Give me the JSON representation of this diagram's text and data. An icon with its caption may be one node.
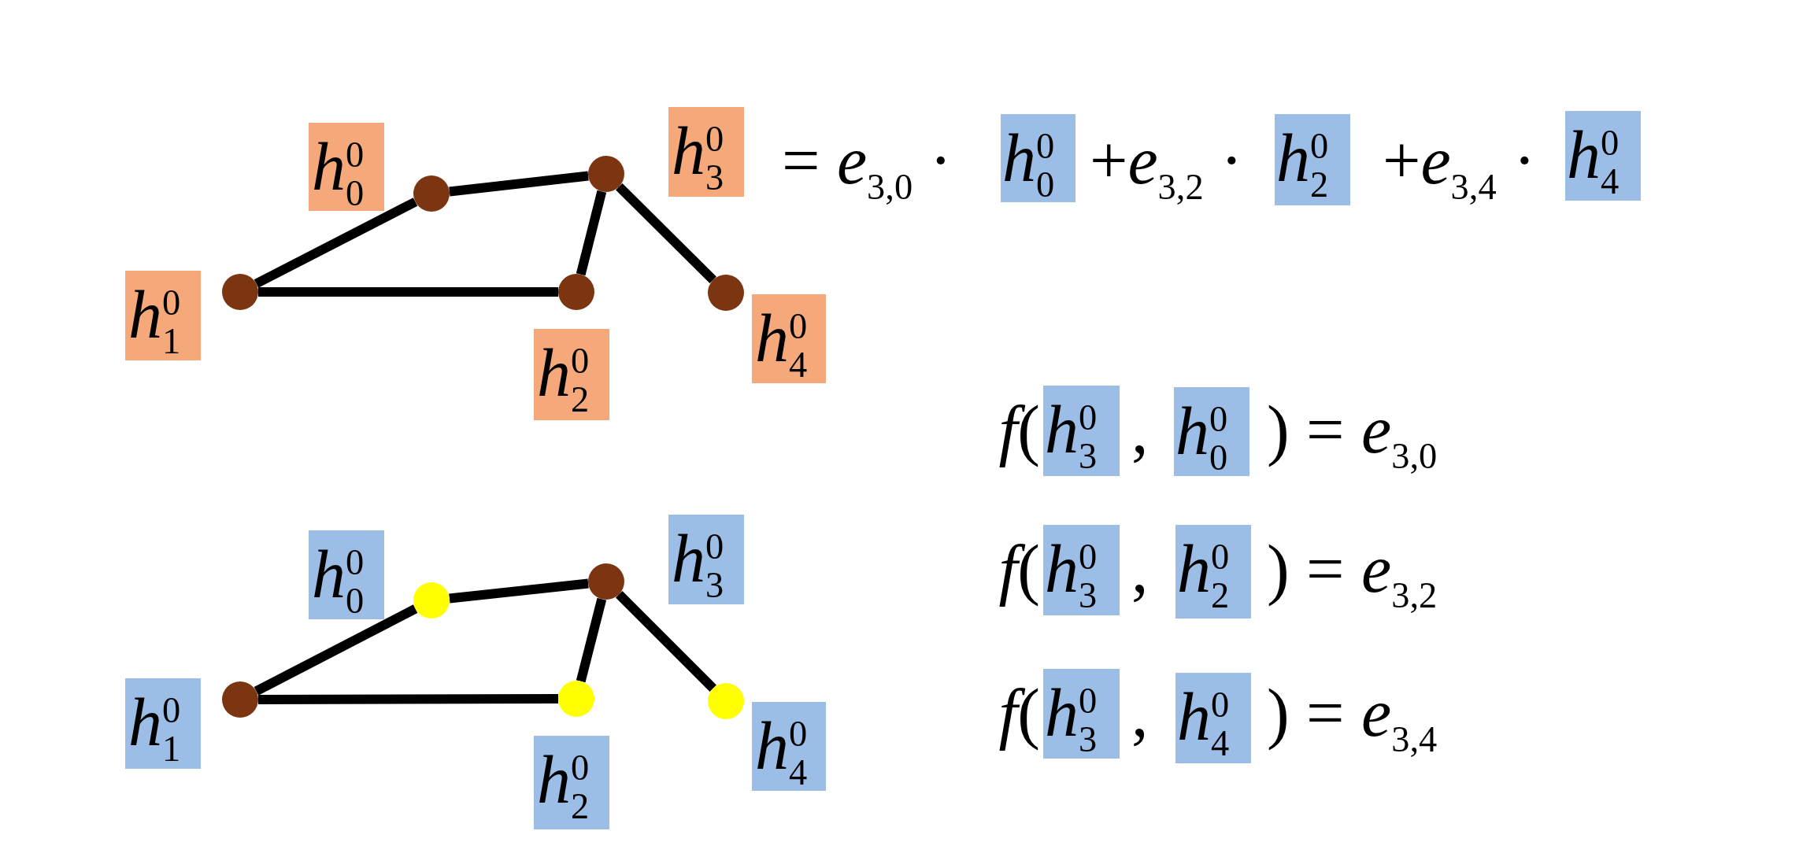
{
  "diagram": {
    "nodes": [
      {
        "text": [],
        "shape": "circle"
      },
      {
        "text": [],
        "shape": "circle"
      },
      {
        "text": [],
        "shape": "circle"
      },
      {
        "text": [],
        "shape": "circle"
      },
      {
        "text": [],
        "shape": "circle"
      },
      {
        "text": [
          "*h*$^{0}$$_{0}$"
        ]
      },
      {
        "text": [
          "*h*$^{0}$$_{3}$"
        ]
      },
      {
        "text": [
          "*h*$^{0}$$_{1}$"
        ]
      },
      {
        "text": [
          "*h*$^{0}$$_{2}$"
        ]
      },
      {
        "text": [
          "*h*$^{0}$$_{4}$"
        ]
      },
      {
        "text": [
          "*h*$^{0}$$_{0}$"
        ]
      },
      {
        "text": [
          "*h*$^{0}$$_{2}$"
        ]
      },
      {
        "text": [
          "*h*$^{0}$$_{4}$"
        ]
      },
      {
        "text": [],
        "shape": "circle"
      },
      {
        "text": [],
        "shape": "circle"
      },
      {
        "text": [],
        "shape": "circle"
      },
      {
        "text": [],
        "shape": "circle"
      },
      {
        "text": [],
        "shape": "circle"
      },
      {
        "text": [
          "*h*$^{0}$$_{0}$"
        ]
      },
      {
        "text": [
          "*h*$^{0}$$_{3}$"
        ]
      },
      {
        "text": [
          "*h*$^{0}$$_{1}$"
        ]
      },
      {
        "text": [
          "*h*$^{0}$$_{2}$"
        ]
      },
      {
        "text": [
          "*h*$^{0}$$_{4}$"
        ]
      },
      {
        "text": [
          "*h*$^{0}$$_{3}$"
        ]
      },
      {
        "text": [
          "*h*$^{0}$$_{0}$"
        ]
      },
      {
        "text": [
          "*h*$^{0}$$_{3}$"
        ]
      },
      {
        "text": [
          "*h*$^{0}$$_{2}$"
        ]
      },
      {
        "text": [
          "*h*$^{0}$$_{3}$"
        ]
      },
      {
        "text": [
          "*h*$^{0}$$_{4}$"
        ]
      }
    ],
    "edges": [
      {
        "from": 0,
        "to": 1,
        "arrow": "none"
      },
      {
        "from": 1,
        "to": 3,
        "arrow": "none"
      },
      {
        "from": 3,
        "to": 2,
        "arrow": "none"
      },
      {
        "from": 3,
        "to": 4,
        "arrow": "none"
      },
      {
        "from": 0,
        "to": 2,
        "arrow": "none"
      },
      {
        "from": 13,
        "to": 14,
        "arrow": "none"
      },
      {
        "from": 14,
        "to": 16,
        "arrow": "none"
      },
      {
        "from": 16,
        "to": 15,
        "arrow": "none"
      },
      {
        "from": 16,
        "to": 17,
        "arrow": "none"
      },
      {
        "from": 13,
        "to": 15,
        "arrow": "none"
      }
    ],
    "labels": [
      "= *e*$_{3,0}$ ·",
      "+*e*$_{3,2}$ ·",
      "+*e*$_{3,4}$ ·",
      "*f*(",
      ",",
      ") = *e*$_{3,0}$",
      "*f*(",
      ",",
      ") = *e*$_{3,2}$",
      "*f*(",
      ",",
      ") = *e*$_{3,4}$"
    ]
  }
}
